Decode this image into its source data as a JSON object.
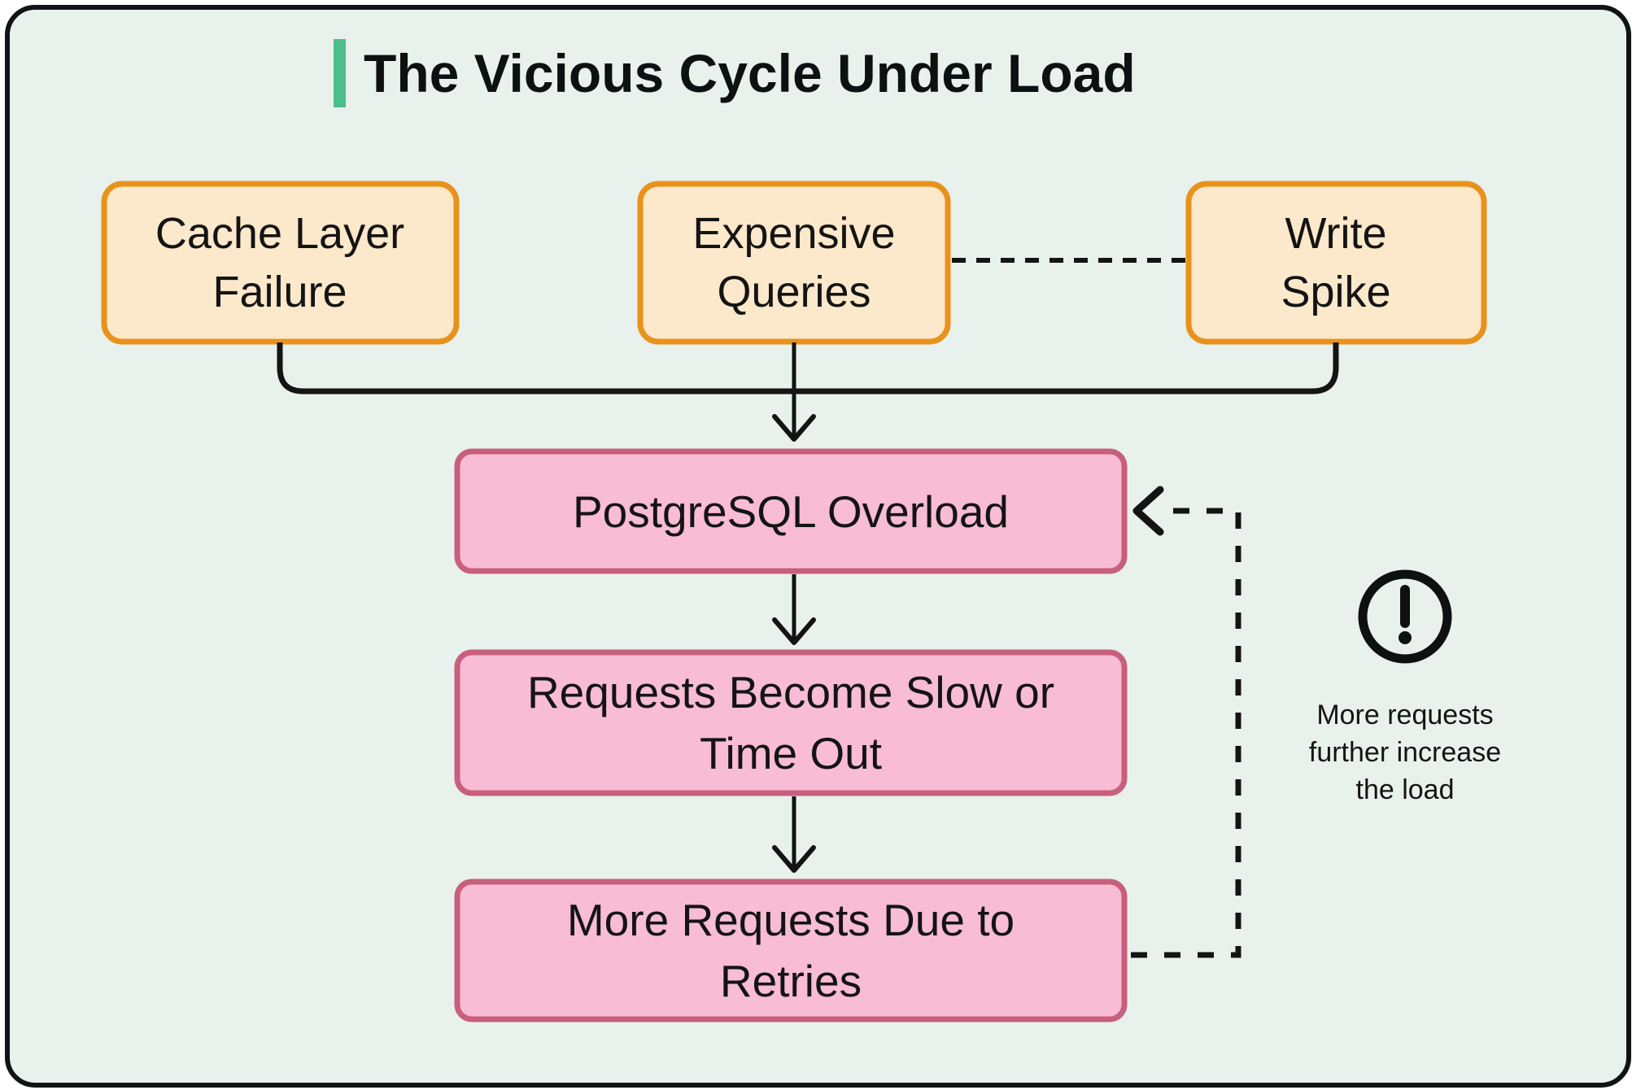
{
  "title": {
    "text": "The Vicious Cycle Under Load"
  },
  "colors": {
    "canvas_background": "#e8f1ec",
    "card_border": "#101415",
    "title_accent_green": "#4cbe89",
    "cause_box_fill": "#fce8ca",
    "cause_box_border": "#e8921c",
    "stage_box_fill": "#f8bcd4",
    "stage_box_border": "#c75f7d",
    "line_color": "#141414",
    "text_color": "#141414"
  },
  "diagram": {
    "causes": [
      {
        "id": "cache-layer-failure",
        "lines": [
          "Cache Layer",
          "Failure"
        ]
      },
      {
        "id": "expensive-queries",
        "lines": [
          "Expensive",
          "Queries"
        ]
      },
      {
        "id": "write-spike",
        "lines": [
          "Write",
          "Spike"
        ]
      }
    ],
    "stages": [
      {
        "id": "postgresql-overload",
        "lines": [
          "PostgreSQL Overload"
        ]
      },
      {
        "id": "requests-slow",
        "lines": [
          "Requests Become Slow or",
          "Time Out"
        ]
      },
      {
        "id": "more-requests",
        "lines": [
          "More Requests Due to",
          "Retries"
        ]
      }
    ],
    "feedback_note": {
      "lines": [
        "More requests",
        "further increase",
        "the load"
      ]
    },
    "icons": [
      {
        "id": "exclamation-circle-icon",
        "meaning": "warning: feedback loop amplifies load"
      }
    ]
  }
}
